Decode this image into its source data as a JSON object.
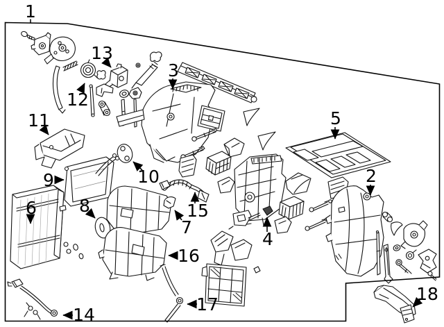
{
  "figure": {
    "type": "exploded-parts-diagram",
    "background_color": "#ffffff",
    "line_color": "#111111",
    "label_color": "#000000"
  },
  "callouts": [
    {
      "label": "1"
    },
    {
      "label": "2"
    },
    {
      "label": "3"
    },
    {
      "label": "4"
    },
    {
      "label": "5"
    },
    {
      "label": "6"
    },
    {
      "label": "7"
    },
    {
      "label": "8"
    },
    {
      "label": "9"
    },
    {
      "label": "10"
    },
    {
      "label": "11"
    },
    {
      "label": "12"
    },
    {
      "label": "13"
    },
    {
      "label": "14"
    },
    {
      "label": "15"
    },
    {
      "label": "16"
    },
    {
      "label": "17"
    },
    {
      "label": "18"
    }
  ]
}
